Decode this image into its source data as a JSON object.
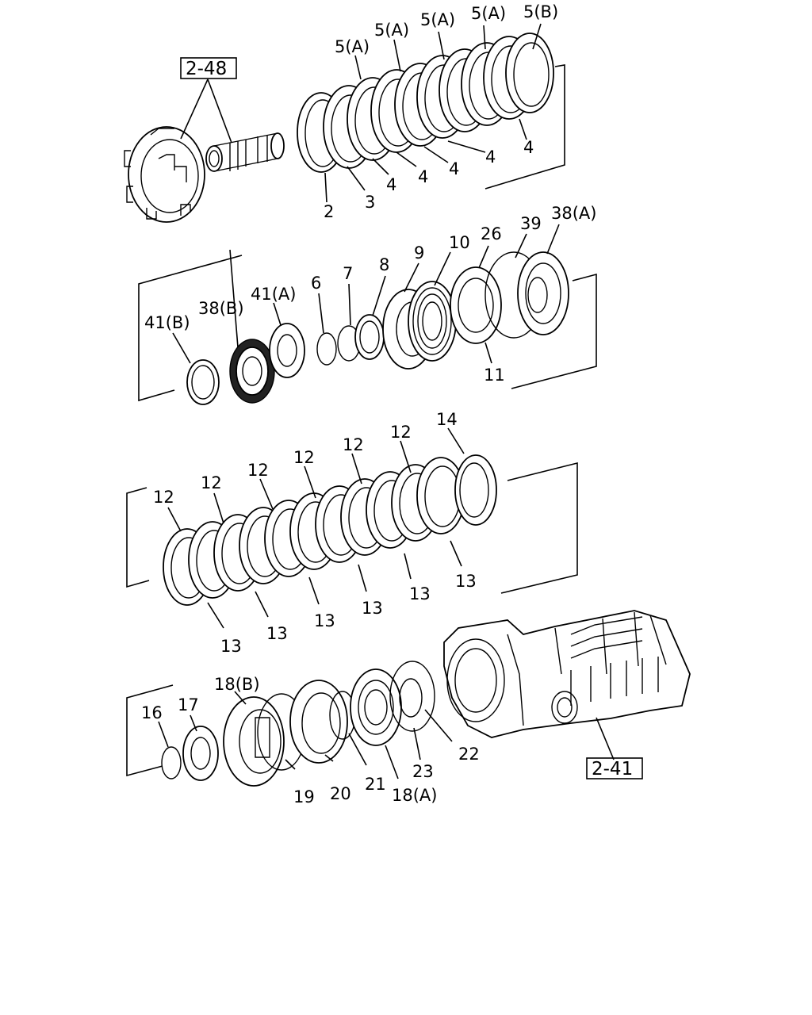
{
  "references": {
    "ref_top": "2-48",
    "ref_bottom": "2-41"
  },
  "labels": {
    "p2": "2",
    "p3": "3",
    "p4a": "4",
    "p4b": "4",
    "p4c": "4",
    "p4d": "4",
    "p4e": "4",
    "p5a1": "5(A)",
    "p5a2": "5(A)",
    "p5a3": "5(A)",
    "p5a4": "5(A)",
    "p5b": "5(B)",
    "p6": "6",
    "p7": "7",
    "p8": "8",
    "p9": "9",
    "p10": "10",
    "p11": "11",
    "p26": "26",
    "p39": "39",
    "p38a": "38(A)",
    "p38b": "38(B)",
    "p41a": "41(A)",
    "p41b": "41(B)",
    "p12a": "12",
    "p12b": "12",
    "p12c": "12",
    "p12d": "12",
    "p12e": "12",
    "p12f": "12",
    "p13a": "13",
    "p13b": "13",
    "p13c": "13",
    "p13d": "13",
    "p13e": "13",
    "p13f": "13",
    "p14": "14",
    "p16": "16",
    "p17": "17",
    "p18b": "18(B)",
    "p18a": "18(A)",
    "p19": "19",
    "p20": "20",
    "p21": "21",
    "p22": "22",
    "p23": "23"
  }
}
